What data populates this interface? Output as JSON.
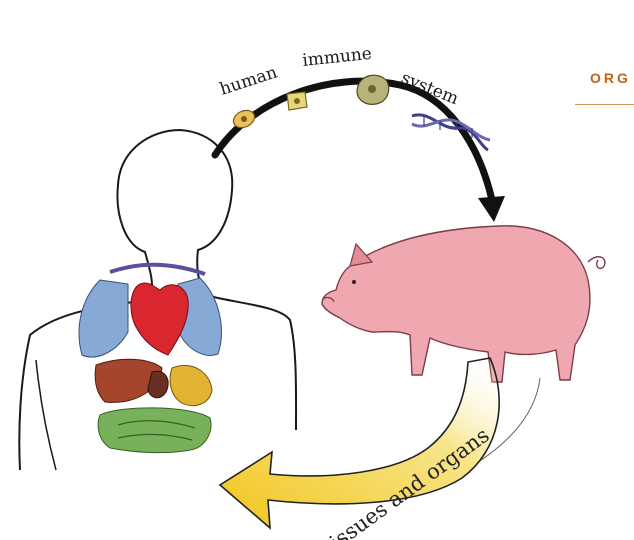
{
  "labels": {
    "arc_top": "human immune system",
    "arc_top_words": [
      "human",
      "immune",
      "system"
    ],
    "arrow_bottom": "tissues and organs"
  },
  "header": {
    "text": "ORG"
  },
  "icons": {
    "human": "human-silhouette-with-organs",
    "pig": "pig",
    "cells": "immune-cell-icons",
    "dna": "dna-helix-icon",
    "arrow": "curved-yellow-arrow"
  },
  "colors": {
    "pig": "#f0a8b0",
    "arrow": "#f4d03a",
    "lungs": "#86a9d6",
    "heart": "#d9262f",
    "liver": "#a5452b",
    "stomach": "#e2b434",
    "intestines": "#77b25a",
    "header": "#c0621a"
  }
}
